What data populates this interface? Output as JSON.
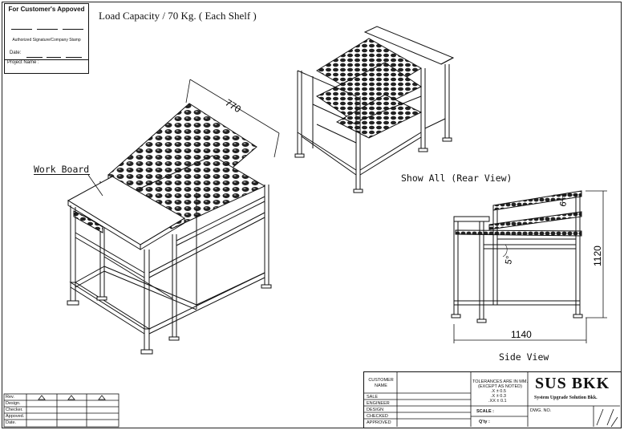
{
  "approval": {
    "title": "For Customer's  Appoved",
    "signature_label": "Authorized Signature/Company Stamp",
    "date_label": "Date:",
    "project_label": "Project Name :"
  },
  "load_capacity": "Load Capacity / 70 Kg. ( Each Shelf )",
  "labels": {
    "work_board": "Work Board",
    "show_all": "Show All (Rear View)",
    "side_view": "Side View"
  },
  "dimensions": {
    "depth": "770",
    "length": "1140",
    "height": "1120",
    "angle_upper": "6°",
    "angle_lower": "5°"
  },
  "revision_block": {
    "rows": [
      "Rev.",
      "Design.",
      "Checker.",
      "Appoved.",
      "Date."
    ]
  },
  "title_block": {
    "customer_name": "CUSTOMER\nNAME",
    "roles": [
      "SALE",
      "ENGINEER",
      "DESIGN",
      "CHECKED",
      "APPROVED"
    ],
    "tolerances_title": "TOLERANCES ARE IN MM.",
    "tolerances_sub": "(EXCEPT AS NOTED)",
    "tol_x": ".X  ±  0.5",
    "tol_xx": ".X  ±  0.3",
    "tol_xxx": ".XX  ±  0.1",
    "scale_label": "SCALE :",
    "qty_label": "Q'ty :",
    "company": "SUS BKK",
    "company_sub": "System Upgrade Solution Bkk.",
    "dwg_no_label": "DWG. NO."
  }
}
